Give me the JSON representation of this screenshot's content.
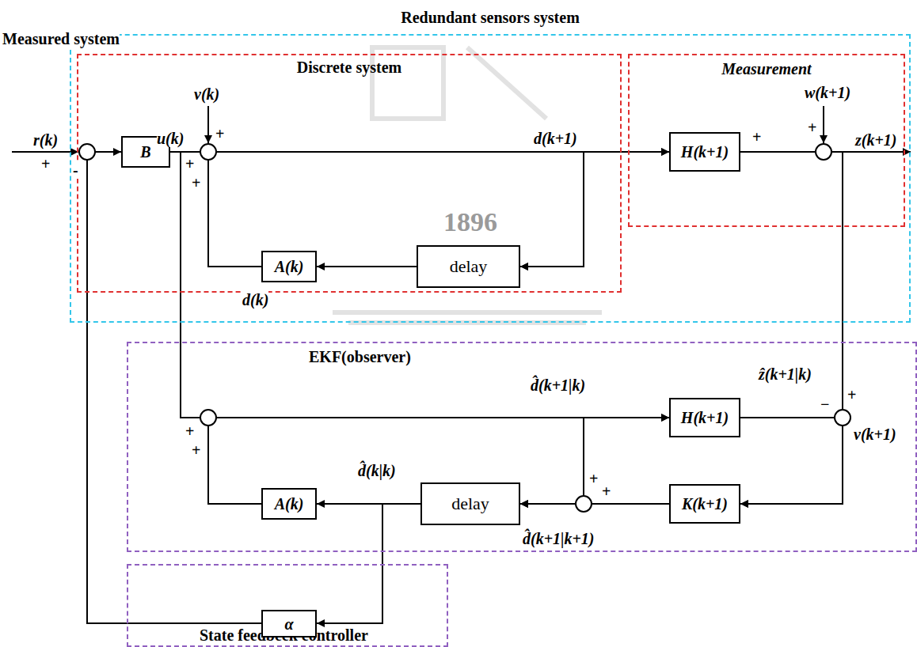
{
  "diagram": {
    "nodes": [
      {
        "text": [
          "Redundant sensors system"
        ]
      },
      {
        "text": [
          "Discrete system"
        ],
        "in": 0
      },
      {
        "text": [
          "B"
        ],
        "in": 1
      },
      {
        "text": [
          "A(k)"
        ],
        "in": 1
      },
      {
        "text": [
          "delay"
        ],
        "in": 1
      },
      {
        "text": [
          "Measurement"
        ],
        "in": 0
      },
      {
        "text": [
          "H(k+1)"
        ],
        "in": 5
      },
      {
        "text": [
          "EKF(observer)"
        ]
      },
      {
        "text": [
          "H(k+1)"
        ],
        "in": 7
      },
      {
        "text": [
          "K(k+1)"
        ],
        "in": 7
      },
      {
        "text": [
          "delay"
        ],
        "in": 7
      },
      {
        "text": [
          "A(k)"
        ],
        "in": 7
      },
      {
        "text": [
          "State feedbeck controller"
        ]
      },
      {
        "text": [
          "α"
        ],
        "in": 12
      }
    ],
    "edges": [
      {
        "from": 2,
        "to": 6,
        "arrow": "to"
      },
      {
        "from": 3,
        "to": 6,
        "arrow": "to"
      },
      {
        "from": 2,
        "to": 4,
        "arrow": "to"
      },
      {
        "from": 3,
        "to": 4,
        "arrow": "to"
      },
      {
        "from": 4,
        "to": 3,
        "arrow": "to"
      },
      {
        "from": 6,
        "to": 9,
        "arrow": "to"
      },
      {
        "from": 2,
        "to": 8,
        "arrow": "to"
      },
      {
        "from": 2,
        "to": 10,
        "arrow": "to"
      },
      {
        "from": 11,
        "to": 8,
        "arrow": "to"
      },
      {
        "from": 11,
        "to": 10,
        "arrow": "to"
      },
      {
        "from": 8,
        "to": 9,
        "arrow": "to"
      },
      {
        "from": 9,
        "to": 10,
        "arrow": "to"
      },
      {
        "from": 10,
        "to": 11,
        "arrow": "to"
      },
      {
        "from": 10,
        "to": 13,
        "arrow": "to"
      },
      {
        "from": 13,
        "to": 2,
        "arrow": "to"
      }
    ],
    "labels": [
      "Measured system",
      "r(k)",
      "+",
      "-",
      "u(k)",
      "v(k)",
      "+",
      "+",
      "+",
      "d(k+1)",
      "w(k+1)",
      "+",
      "+",
      "z(k+1)",
      "d(k)",
      "d̂(k+1|k)",
      "ẑ(k+1|k)",
      "+",
      "−",
      "ν(k+1)",
      "+",
      "+",
      "+",
      "+",
      "d̂(k|k)",
      "d̂(k+1|k+1)",
      "1896"
    ]
  }
}
